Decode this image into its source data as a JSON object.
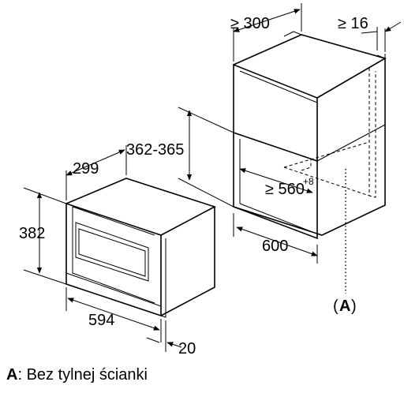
{
  "dimensions": {
    "top_depth": "≥ 300",
    "top_gap": "≥ 16",
    "niche_height": "362-365",
    "niche_depth": "≥ 560",
    "niche_depth_sup": "+8",
    "niche_width": "600",
    "device_depth": "299",
    "device_height": "382",
    "device_width": "594",
    "front_thickness": "20"
  },
  "callout": {
    "open": "(",
    "letter": "A",
    "close": ")"
  },
  "footnote": {
    "key": "A",
    "text": ": Bez tylnej ścianki"
  }
}
